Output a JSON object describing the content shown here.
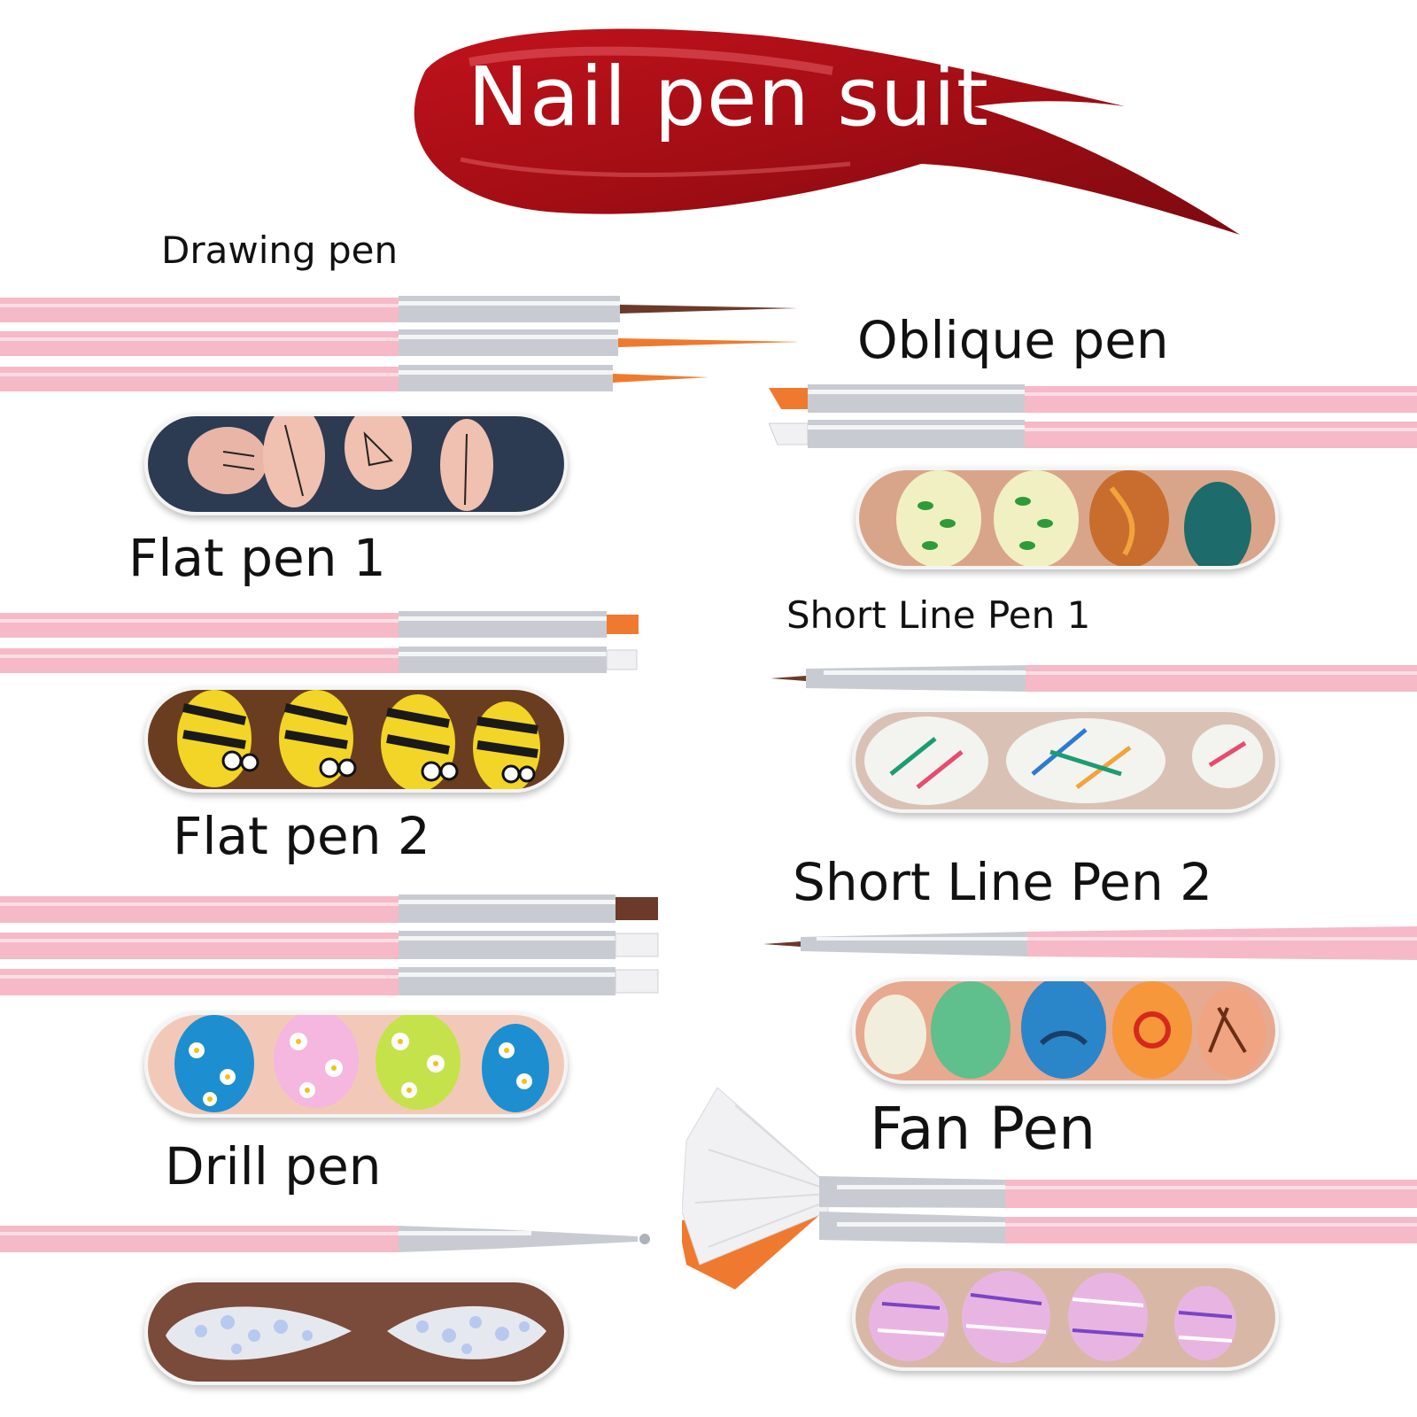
{
  "title": "Nail pen suit",
  "colors": {
    "handle": "#f5b9c8",
    "ferrule": "#c8ccd2",
    "polish": "#a30d14",
    "orange_bristle": "#ef7a2f",
    "white_bristle": "#f1f1f3",
    "brown_bristle": "#6b3a2a"
  },
  "sections": {
    "drawing": {
      "label": "Drawing pen",
      "pen_count": 3,
      "photo": "nail-art-line-design-photo"
    },
    "oblique": {
      "label": "Oblique pen",
      "pen_count": 2,
      "photo": "nail-art-leaf-design-photo"
    },
    "flat1": {
      "label": "Flat pen 1",
      "pen_count": 2,
      "photo": "nail-art-bee-design-photo"
    },
    "short1": {
      "label": "Short Line Pen 1",
      "pen_count": 1,
      "photo": "nail-art-tropical-design-photo"
    },
    "flat2": {
      "label": "Flat pen 2",
      "pen_count": 3,
      "photo": "nail-art-daisy-design-photo"
    },
    "short2": {
      "label": "Short Line Pen 2",
      "pen_count": 1,
      "photo": "nail-art-beach-design-photo"
    },
    "drill": {
      "label": "Drill pen",
      "pen_count": 1,
      "photo": "nail-art-rhinestone-design-photo"
    },
    "fan": {
      "label": "Fan Pen",
      "pen_count": 2,
      "photo": "nail-art-striped-design-photo"
    }
  }
}
